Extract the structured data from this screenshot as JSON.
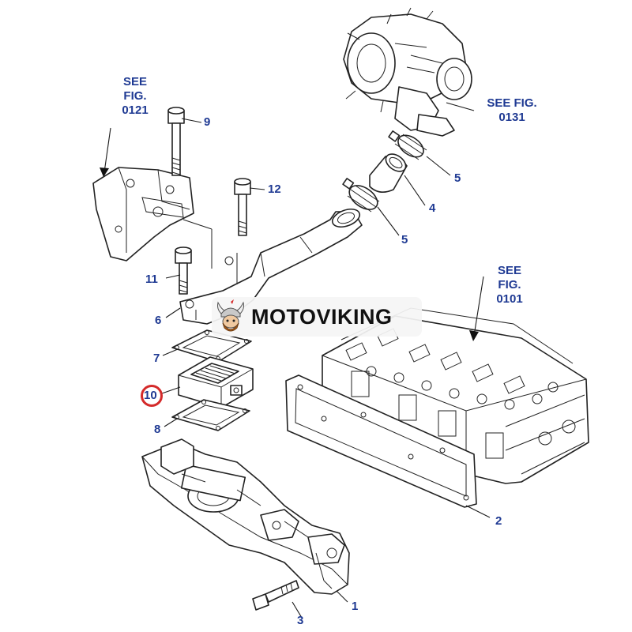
{
  "brand": {
    "watermark_text": "MOTOVIKING",
    "logo_icon": "viking-helmet-icon",
    "highlight_color": "#d42a2a",
    "label_color": "#1f3a93"
  },
  "references": {
    "fig_0121": "SEE\nFIG.\n0121",
    "fig_0131": "SEE FIG.\n0131",
    "fig_0101": "SEE\nFIG.\n0101"
  },
  "callouts": {
    "p1": "1",
    "p2": "2",
    "p3": "3",
    "p4": "4",
    "p5a": "5",
    "p5b": "5",
    "p6": "6",
    "p7": "7",
    "p8": "8",
    "p9": "9",
    "p10": "10",
    "p11": "11",
    "p12": "12"
  },
  "highlighted_part": "10"
}
